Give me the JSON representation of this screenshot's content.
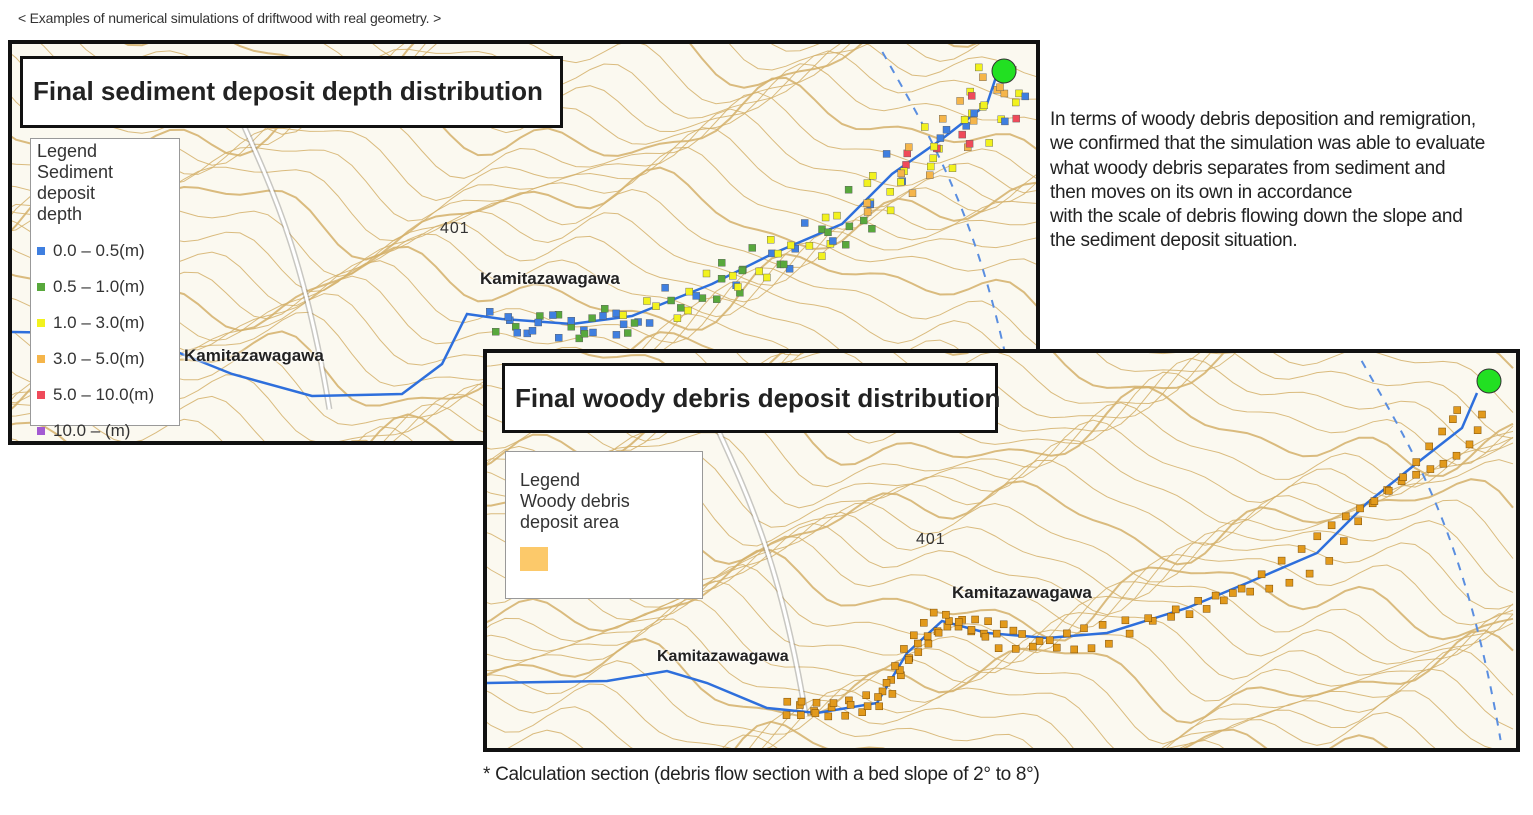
{
  "caption_top": "< Examples of numerical simulations of driftwood with real geometry. >",
  "panel1": {
    "title": "Final sediment deposit depth distribution",
    "legend_title_lines": [
      "Legend",
      "Sediment deposit",
      "depth"
    ],
    "legend_items": [
      {
        "label": "0.0 – 0.5(m)",
        "color": "#3f7fe0"
      },
      {
        "label": "0.5 – 1.0(m)",
        "color": "#58a83c"
      },
      {
        "label": "1.0 – 3.0(m)",
        "color": "#f2f21e"
      },
      {
        "label": "3.0 – 5.0(m)",
        "color": "#f5b54a"
      },
      {
        "label": "5.0 – 10.0(m)",
        "color": "#ef4a5a"
      },
      {
        "label": "10.0 – (m)",
        "color": "#a35ad2"
      }
    ],
    "river_label_1": "Kamitazawagawa",
    "river_label_2": "Kamitazawagawa",
    "elevation": "401"
  },
  "panel2": {
    "title": "Final woody debris deposit distribution",
    "legend_title_lines": [
      "Legend",
      "Woody debris",
      "deposit area"
    ],
    "swatch_color": "#fcc96a",
    "river_label_1": "Kamitazawagawa",
    "river_label_2": "Kamitazawagawa",
    "elevation": "401"
  },
  "side_text_lines": [
    "In terms of woody debris deposition and remigration,",
    "we confirmed that the simulation was able to evaluate",
    "what woody debris separates from sediment and",
    "then moves on its own in accordance",
    "with the scale of debris flowing down the slope and",
    "the sediment deposit situation."
  ],
  "caption_bottom": "* Calculation section (debris flow section with a bed slope of 2° to 8°)",
  "colors": {
    "contour": "#d4b06a",
    "river": "#2e6fdc",
    "start_marker": "#22e022",
    "woody_debris": "#e29a1c"
  }
}
